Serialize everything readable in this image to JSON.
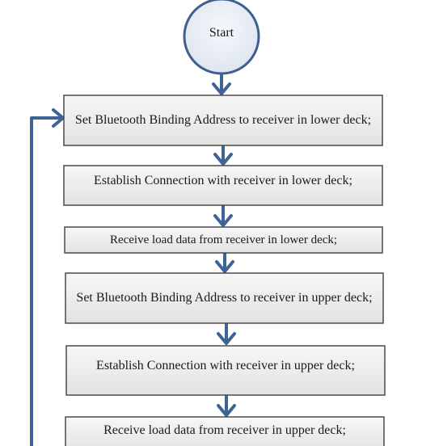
{
  "diagram": {
    "start": {
      "label": "Start"
    },
    "steps": [
      {
        "label": "Set Bluetooth Binding Address to receiver in lower deck;"
      },
      {
        "label": "Establish Connection with receiver in lower deck;"
      },
      {
        "label": "Receive load data from receiver in lower deck;"
      },
      {
        "label": "Set Bluetooth Binding Address to receiver in upper deck;"
      },
      {
        "label": "Establish Connection with receiver in upper deck;"
      },
      {
        "label": "Receive load data from receiver in upper deck;"
      }
    ],
    "colors": {
      "box_fill_top": "#f7f7f7",
      "box_fill_bottom": "#e4e4e4",
      "box_border": "#4a4a4a",
      "circle_fill_top": "#f4f6fa",
      "circle_fill_bottom": "#dfe6f1",
      "circle_border": "#3f5f8f",
      "arrow": "#3e6496"
    }
  }
}
